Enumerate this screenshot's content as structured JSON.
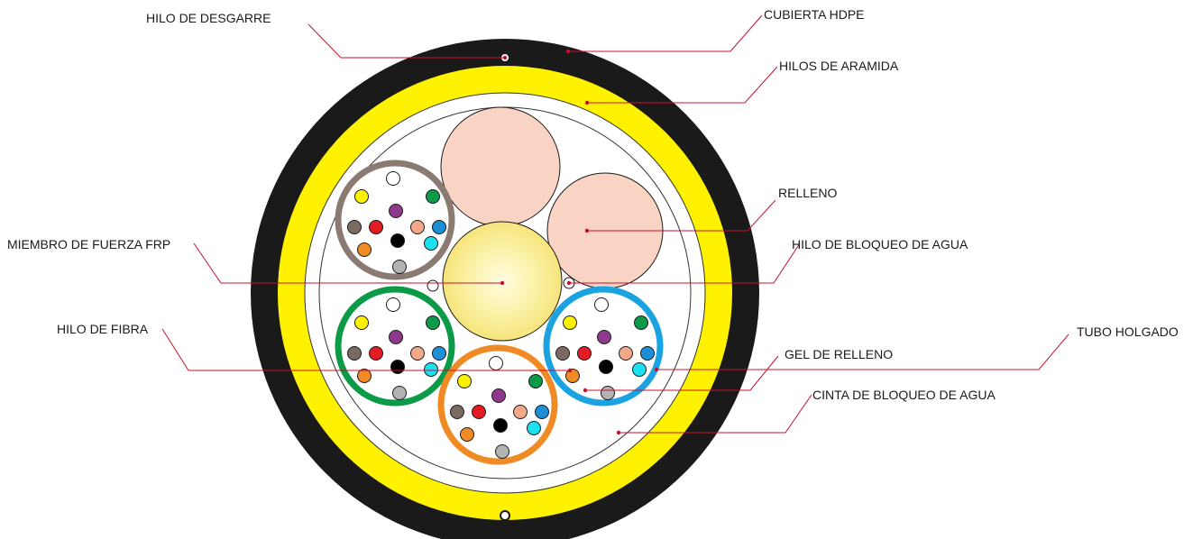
{
  "labels": {
    "rip_cord": "HILO DE DESGARRE",
    "hdpe_jacket": "CUBIERTA HDPE",
    "aramid_yarn": "HILOS DE ARAMIDA",
    "filler": "RELLENO",
    "frp_member": "MIEMBRO DE FUERZA FRP",
    "water_block_yarn": "HILO DE BLOQUEO DE AGUA",
    "fiber": "HILO DE FIBRA",
    "loose_tube": "TUBO HOLGADO",
    "filling_gel": "GEL DE RELLENO",
    "water_block_tape": "CINTA DE BLOQUEO DE AGUA"
  },
  "colors": {
    "jacket": "#1a1a1a",
    "aramid": "#fff200",
    "filler": "#f9d3c3",
    "frp": "#fbf1a4",
    "leader": "#c8102e",
    "tube_brown": "#8a7a72",
    "tube_green": "#0a9a48",
    "tube_blue": "#1aa3e0",
    "tube_orange": "#f08a24",
    "fiber_colors": [
      "#ffffff",
      "#fff200",
      "#0a9a48",
      "#8e3a8c",
      "#7b6a64",
      "#e31b23",
      "#f4a88a",
      "#1c8fd6",
      "#000000",
      "#f08a24",
      "#1be0ef",
      "#b3b3b3"
    ]
  }
}
